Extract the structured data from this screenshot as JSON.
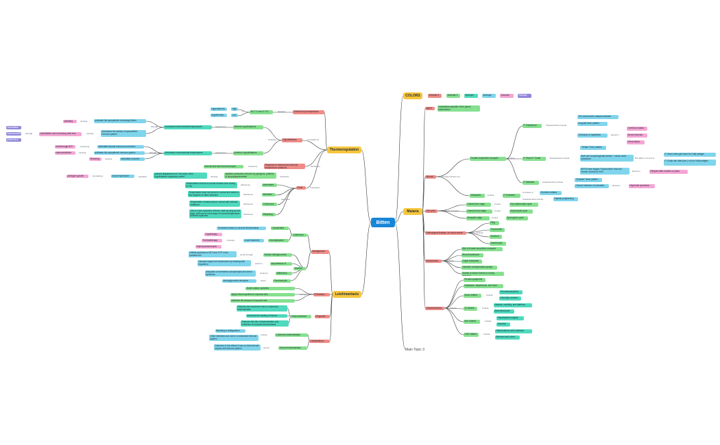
{
  "root": "Bitten",
  "colors": {
    "title": "COLORS",
    "items": [
      "Subtopic 1",
      "Subtopic 2",
      "Subtopic",
      "Subtopic",
      "Subtopic",
      "Subtopic"
    ]
  },
  "malaria": {
    "title": "Malaria",
    "agent": "Agent",
    "agent_desc": "Intracellular parasite of the genus plasmodium",
    "spread": "Spread",
    "spread_label": "Infecting humans via",
    "mosquito": "Female Anopheles mosquito",
    "include": "include",
    "falciparum": "P. Falciparum",
    "vivax": "P. Vivax/ P. Ovale",
    "malariae": "P. Malariae",
    "characteristics": "Characteristics include",
    "char_include": "characteristics include",
    "characteristics_cap": "Characteristics include",
    "fal_traits": [
      "The most severe malaria infection",
      "Irregular fever pattern",
      "Occlusion of capillaries"
    ],
    "result_in": "Result in",
    "fal_results": [
      "Cerebral malaria",
      "Severe Anemia",
      "Renal failure"
    ],
    "viv_traits": [
      "\"Tertian\" fever pattern",
      "Both are morphologically similar + cause same symptoms",
      "BOTH have stages \"hypnozoites\" that can remain dormant in liver"
    ],
    "differs": "But differs in terms of",
    "differs_items": [
      "P. Vivax infect get inved for Duffy antigen",
      "P. Ovale can infect per ( no) for Duffy antigen"
    ],
    "relapse_result": "Result in",
    "relapse": "Relapse after months or years",
    "mal_traits": [
      "\"Quartan\" fever pattern",
      "Chronic infection of untreated"
    ],
    "mal_result": "Result in",
    "nephrotic": "Nephrotic syndrome",
    "macaques": "Macaques",
    "knowlesi": "P. Knowlesi",
    "a_cause_of": "A causes of",
    "zoonotic": "Zoonotic malaria",
    "rapid": "Rapidly progressing",
    "life_cycle": "Life cycle",
    "lc_include": "Include 3 stages",
    "stages": [
      "Human liver stage",
      "Human blood stage",
      "Mosquito stage"
    ],
    "involve": "involve",
    "involves": "involve",
    "involve2": "involve",
    "cycles": [
      "Exo-erythrocytic cycle",
      "Erythrocytic cycle",
      "Sporogonic cycle"
    ],
    "patho": "Pathological findings \"on blood smear\"",
    "patho_include": "include",
    "patho_items": [
      "Ring",
      "Trophozoite",
      "Schizont",
      "Gametocyte"
    ],
    "transmission": "transmission",
    "trans_include": "include",
    "trans_items": [
      "Bite of female anopheles mosquito",
      "Blood transfusion",
      "Organ transplant",
      "Needles/ contaminated syringe",
      "Mother to infant \"before or during delivery\""
    ],
    "clinical": "Clinical features",
    "clin_include": "include",
    "clin_items": [
      "Flu-like symptoms",
      "Headache, diaphoresis, and fever",
      "blood related",
      "GI related",
      "liver related",
      "CNS related"
    ],
    "blood_items": [
      "Thrombocytopenia",
      "Hemolytic anemia"
    ],
    "gi_items": [
      "Nausea, vomiting, and diarrhea",
      "Abdominal pain"
    ],
    "liver_items": [
      "Hepatosplenomegaly",
      "Jaundice"
    ],
    "cns_items": [
      "Hallucinations and confusion",
      "Seizures and coma"
    ]
  },
  "main3": "Main Topic 3",
  "thermo": {
    "title": "Thermoregulation",
    "normal": "Normal body temperature",
    "between": "between",
    "range": "36.1°C and 37.5°C",
    "if": "if",
    "hyperth_w": "Hyperthermia",
    "hypoth_w": "hypothermia",
    "high": "High",
    "low": "Low",
    "hypothalamus": "Hypothalamus",
    "controlled_by": "controlled by",
    "including": "including",
    "ant": "Anterior hypothalamus",
    "post": "posterior hypothalamus",
    "responds_to": "responds to",
    "responds_to2": "responds to",
    "increased": "Increased environmental temperatures",
    "decreased": "decreased environmental temperatures",
    "through": "through",
    "through2": "through",
    "sweating": "sweating",
    "causing": "causing",
    "activates": "activates the sympathetic cholinergic fibers",
    "decreases": "decreases the activity of sympathetic nervous system",
    "causing2": "causing",
    "causing3": "causing",
    "through3": "through",
    "vasodil_items": [
      "vasodilation",
      "vasoconstriction",
      "piloerection"
    ],
    "vasodil": "vasodilation and increasing heat loss",
    "heat": "heat through ATP",
    "producing": "producing",
    "stim_thyroid": "stimulates thyroid hormone production",
    "vasocon": "vasoconstriction",
    "causing4": "causing",
    "act_symp": "activates the sympathetic nervous system",
    "shivering": "Shivering",
    "causing5": "causing",
    "stim_muscle": "stimulates muscles",
    "defined_as": "defined as",
    "fever": "Fever",
    "if_elevated": "if elevated",
    "response": "Response to internal and external temperature variations",
    "caused_by": "caused by",
    "internal": "Internal and skin thermoreceptor",
    "caused_by2": "caused by",
    "pyrogens": "cytokine production induced by pyrogens, proteins or lipopolysaccharides",
    "causing6": "causing",
    "upward": "upward displacement of \"set point of the hypothalamic regulatory center\"",
    "elevating": "elevating",
    "body_temp": "body temperature",
    "decreasing": "decreasing",
    "pathogen": "pathogen growth",
    "two_types": "two types",
    "defined_as2": "defined as",
    "types": [
      "intermittent",
      "Remittent",
      "Continuous",
      "Relapsing"
    ],
    "type_defs": [
      "Temperature returns to normal at least once during 24 hrs",
      "Temperature does not return to normal and varies a few degrees in either direction",
      "Temperature remains above normal with minimal variations",
      "One or more episodes of fever, each as long as five days, with one or more days of normal temperature between episodes"
    ]
  },
  "leish": {
    "title": "Leishmaniasis",
    "management": "Management",
    "cutaneous": "Cutaneous",
    "visceral": "Visceral",
    "similar": "Treatment similar to visceral leishmaniasis",
    "complicated": "Complicated",
    "uncomplicated": "Uncomplicated",
    "local": "Local treatment",
    "includes": "includes",
    "local_items": [
      "Cryotherapy",
      "Thermotherapy",
      "Topical paromomycin"
    ],
    "pentavalent": "Sodium stibogluconate",
    "works_through": "works through",
    "inhibits": "inhibits synthesis of ATP and GTP in the parasite cell",
    "ampho": "Amphotericin B",
    "which_is": "which is",
    "ampho_desc": "Disrupts fungal cell membranes by reacting with ergosterol",
    "milte": "Miltefosine",
    "works_by": "works by",
    "milte_desc": "disruption of membrane phospholipid and sterol synthesis",
    "parom": "Paromomycin",
    "which": "which",
    "parom_desc": "Aminoglycoside derivative",
    "prevention": "Prevention",
    "through": "through",
    "prev_items": [
      "Avoid outdoor activities",
      "Apply insect repellent to exposed skin",
      "Minimize the amount of exposed skin"
    ],
    "prognosis": "Prognosis",
    "early": "Early treatment",
    "prog_items": [
      "Improves the healing of lesions",
      "Reduces the recurrence rate of cutaneous leishmaniasis",
      "Reduces the risk of dissemination and incidence of mucosal leishmaniasis"
    ],
    "complications": "Complications",
    "cutaneous_l": "Cutaneous leishmaniasis",
    "include": "include",
    "cut_items": [
      "Bleeding or disfiguration",
      "Other infections are due to a weakened immune system"
    ],
    "visceral_l": "Visceral leishmaniasis",
    "can_be": "can be",
    "visc_items": [
      "Fatal due to the effects it has on both internal organs and immune system"
    ]
  },
  "icons": [
    "root-bubble-icon"
  ]
}
